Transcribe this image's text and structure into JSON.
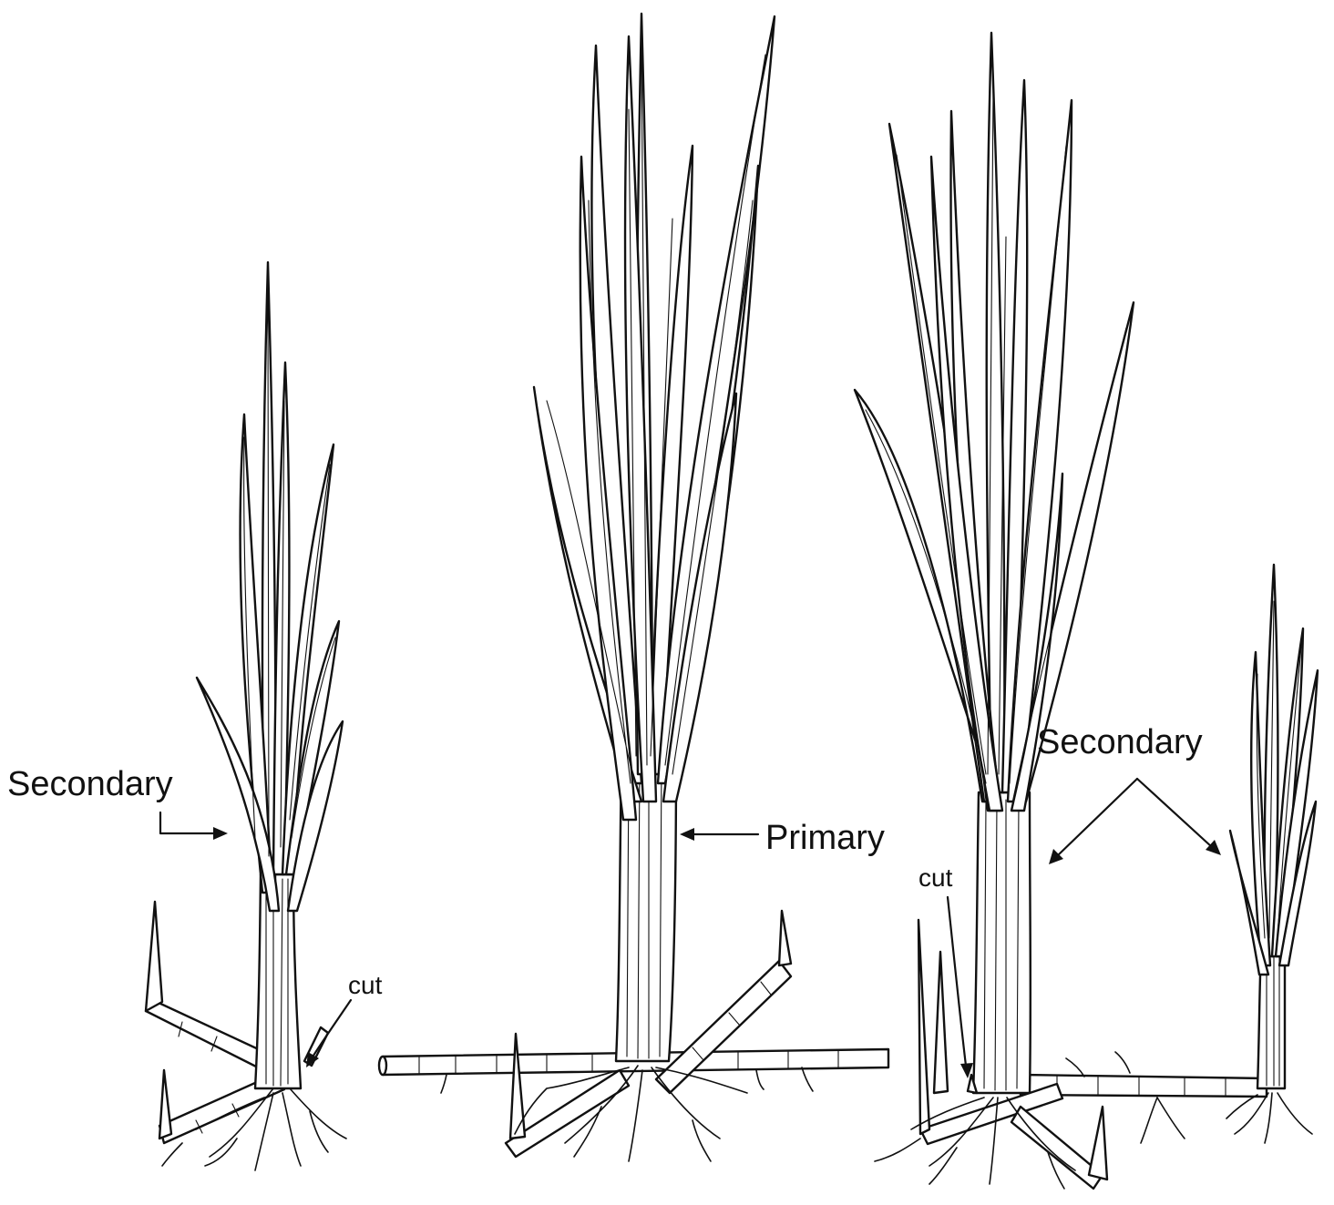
{
  "labels": {
    "left_secondary": "Secondary",
    "left_cut": "cut",
    "center_primary": "Primary",
    "right_secondary": "Secondary",
    "right_cut": "cut"
  }
}
